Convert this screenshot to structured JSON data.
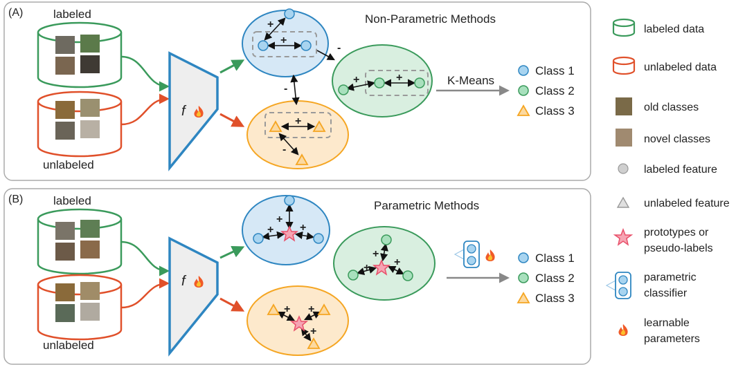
{
  "panel_a": {
    "tag": "(A)",
    "title": "Non-Parametric Methods",
    "labeled": "labeled",
    "unlabeled": "unlabeled",
    "model": "f",
    "clustering": "K-Means",
    "plus": "+",
    "minus": "-",
    "classes": [
      "Class 1",
      "Class 2",
      "Class 3"
    ]
  },
  "panel_b": {
    "tag": "(B)",
    "title": "Parametric Methods",
    "labeled": "labeled",
    "unlabeled": "unlabeled",
    "model": "f",
    "plus": "+",
    "classes": [
      "Class 1",
      "Class 2",
      "Class 3"
    ]
  },
  "legend": {
    "labeled_data": "labeled data",
    "unlabeled_data": "unlabeled data",
    "old_classes": "old classes",
    "novel_classes": "novel classes",
    "labeled_feature": "labeled feature",
    "unlabeled_feature": "unlabeled feature",
    "prototypes_1": "prototypes or",
    "prototypes_2": "pseudo-labels",
    "classifier_1": "parametric",
    "classifier_2": "classifier",
    "learnable_1": "learnable",
    "learnable_2": "parameters"
  },
  "colors": {
    "green": "#3a9a5b",
    "red": "#e0502a",
    "blue": "#2e86c1",
    "blue_fill": "#d6e8f6",
    "green_fill": "#d9efe0",
    "orange": "#f5a623",
    "orange_fill": "#fde9cc",
    "star": "#e8506a"
  }
}
